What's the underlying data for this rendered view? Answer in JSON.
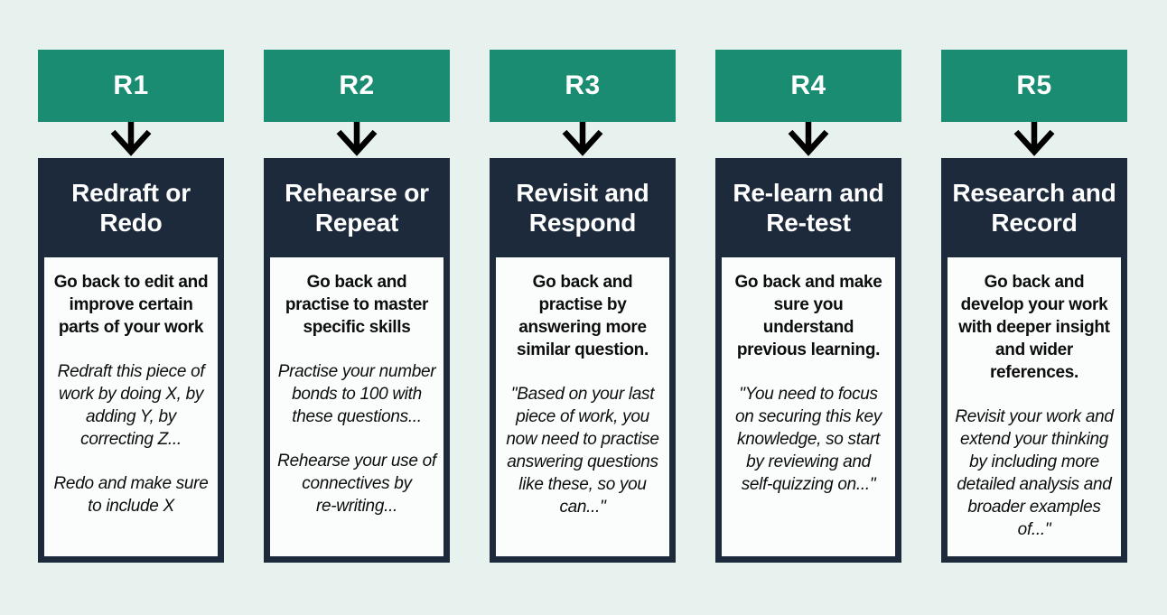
{
  "colors": {
    "background": "#e7f2ee",
    "header_green": "#1a8c71",
    "card_navy": "#1d2a3b",
    "card_body_white": "#fbfdfd",
    "arrow_black": "#000000",
    "title_text": "#ffffff",
    "body_text": "#0d0d0d"
  },
  "cards": [
    {
      "header": "R1",
      "title": "Redraft or\nRedo",
      "description": "Go back to edit and\nimprove certain\nparts of your work",
      "examples": [
        "Redraft this piece of\nwork by doing X, by\nadding Y, by\ncorrecting Z...",
        "Redo and make sure\nto include X"
      ]
    },
    {
      "header": "R2",
      "title": "Rehearse or\nRepeat",
      "description": "Go back and\npractise to master\nspecific skills",
      "examples": [
        "Practise your number\nbonds to 100 with\nthese questions...",
        "Rehearse your use of\nconnectives by\nre-writing..."
      ]
    },
    {
      "header": "R3",
      "title": "Revisit and\nRespond",
      "description": "Go back and\npractise by\nanswering more\nsimilar question.",
      "examples": [
        "\"Based on your last\npiece of work, you\nnow need to practise\nanswering questions\nlike these, so you\ncan...\""
      ]
    },
    {
      "header": "R4",
      "title": "Re-learn and\nRe-test",
      "description": "Go back and make\nsure you\nunderstand\nprevious learning.",
      "examples": [
        "\"You need to focus\non securing this key\nknowledge, so start\nby reviewing and\nself-quizzing on...\""
      ]
    },
    {
      "header": "R5",
      "title": "Research and\nRecord",
      "description": "Go back and\ndevelop your work\nwith deeper insight\nand wider\nreferences.",
      "examples": [
        "Revisit your work and\nextend your thinking\nby including more\ndetailed analysis and\nbroader examples\nof...\""
      ]
    }
  ]
}
